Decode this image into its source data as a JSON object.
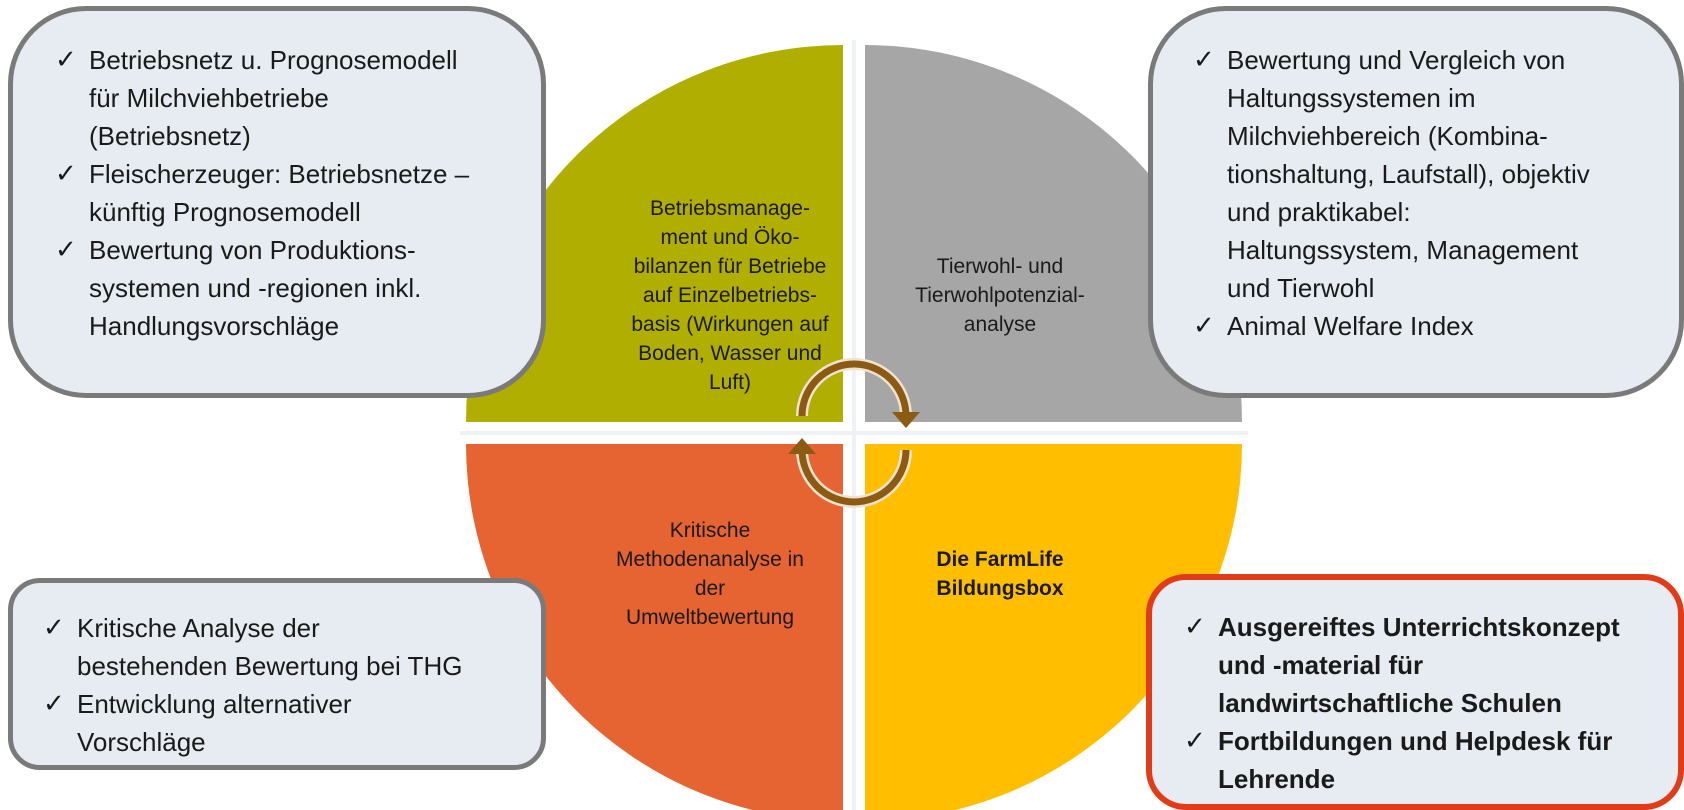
{
  "quadrants": {
    "top_left": {
      "lines": [
        "Betriebsmanage-",
        "ment und Öko-",
        "bilanzen für Betriebe",
        "auf Einzelbetriebs-",
        "basis (Wirkungen auf",
        "Boden, Wasser und",
        "Luft)"
      ],
      "color": "#b0ae00"
    },
    "top_right": {
      "lines": [
        "Tierwohl- und",
        "Tierwohlpotenzial-",
        "analyse"
      ],
      "color": "#a6a6a6"
    },
    "bottom_left": {
      "lines": [
        "Kritische",
        "Methodenanalyse in",
        "der",
        "Umweltbewertung"
      ],
      "color": "#e56432"
    },
    "bottom_right": {
      "lines": [
        "Die FarmLife",
        "Bildungsbox"
      ],
      "color": "#ffbf00"
    }
  },
  "cycle_arrows": {
    "icon": "cycle-arrows-icon",
    "color": "#8c5a12"
  },
  "boxes": {
    "top_left": {
      "items": [
        [
          "Betriebsnetz u. Prognosemodell",
          "für Milchviehbetriebe",
          "(Betriebsnetz)"
        ],
        [
          "Fleischerzeuger: Betriebsnetze –",
          "künftig Prognosemodell"
        ],
        [
          "Bewertung von Produktions-",
          "systemen und -regionen inkl.",
          "Handlungsvorschläge"
        ]
      ]
    },
    "top_right": {
      "items": [
        [
          "Bewertung und Vergleich von",
          "Haltungssystemen im",
          "Milchviehbereich (Kombina-",
          "tionshaltung, Laufstall), objektiv",
          "und praktikabel:",
          "Haltungssystem, Management",
          "und Tierwohl"
        ],
        [
          "Animal Welfare Index"
        ]
      ]
    },
    "bottom_left": {
      "items": [
        [
          "Kritische Analyse der",
          "bestehenden Bewertung bei THG"
        ],
        [
          "Entwicklung alternativer",
          "Vorschläge"
        ]
      ]
    },
    "bottom_right": {
      "items": [
        [
          "Ausgereiftes Unterrichtskonzept",
          "und -material für",
          "landwirtschaftliche Schulen"
        ],
        [
          "Fortbildungen und Helpdesk für",
          "Lehrende"
        ]
      ],
      "border_color": "#e23b18"
    }
  },
  "check_mark": "✓",
  "colors": {
    "box_fill": "#e6ecf1",
    "box_border": "#7a7a7a"
  }
}
